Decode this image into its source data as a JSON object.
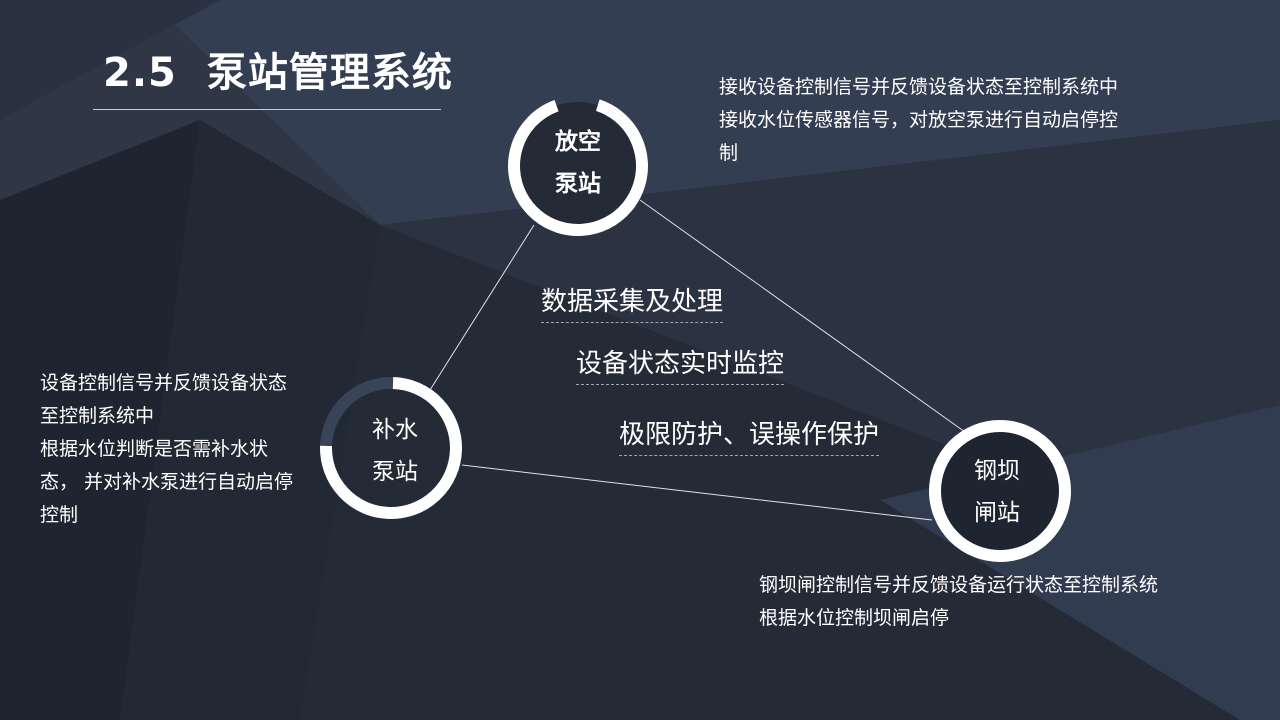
{
  "title": {
    "number": "2.5",
    "text": "泵站管理系统"
  },
  "nodes": {
    "vent": {
      "line1": "放空",
      "line2": "泵站"
    },
    "refill": {
      "line1": "补水",
      "line2": "泵站"
    },
    "dam": {
      "line1": "钢坝",
      "line2": "闸站"
    }
  },
  "descriptions": {
    "vent": [
      "接收设备控制信号并反馈设备状态至控制系统中",
      "接收水位传感器信号，对放空泵进行自动启停控制"
    ],
    "refill": [
      "设备控制信号并反馈设备状态至控制系统中",
      "根据水位判断是否需补水状态， 并对补水泵进行自动启停控制"
    ],
    "dam": [
      "钢坝闸控制信号并反馈设备运行状态至控制系统",
      "根据水位控制坝闸启停"
    ]
  },
  "features": [
    "数据采集及处理",
    "设备状态实时监控",
    "极限防护、误操作保护"
  ],
  "colors": {
    "background": "#242a36",
    "panel": "#323c50",
    "ring": "#ffffff",
    "ring_track": "#3a4458"
  }
}
